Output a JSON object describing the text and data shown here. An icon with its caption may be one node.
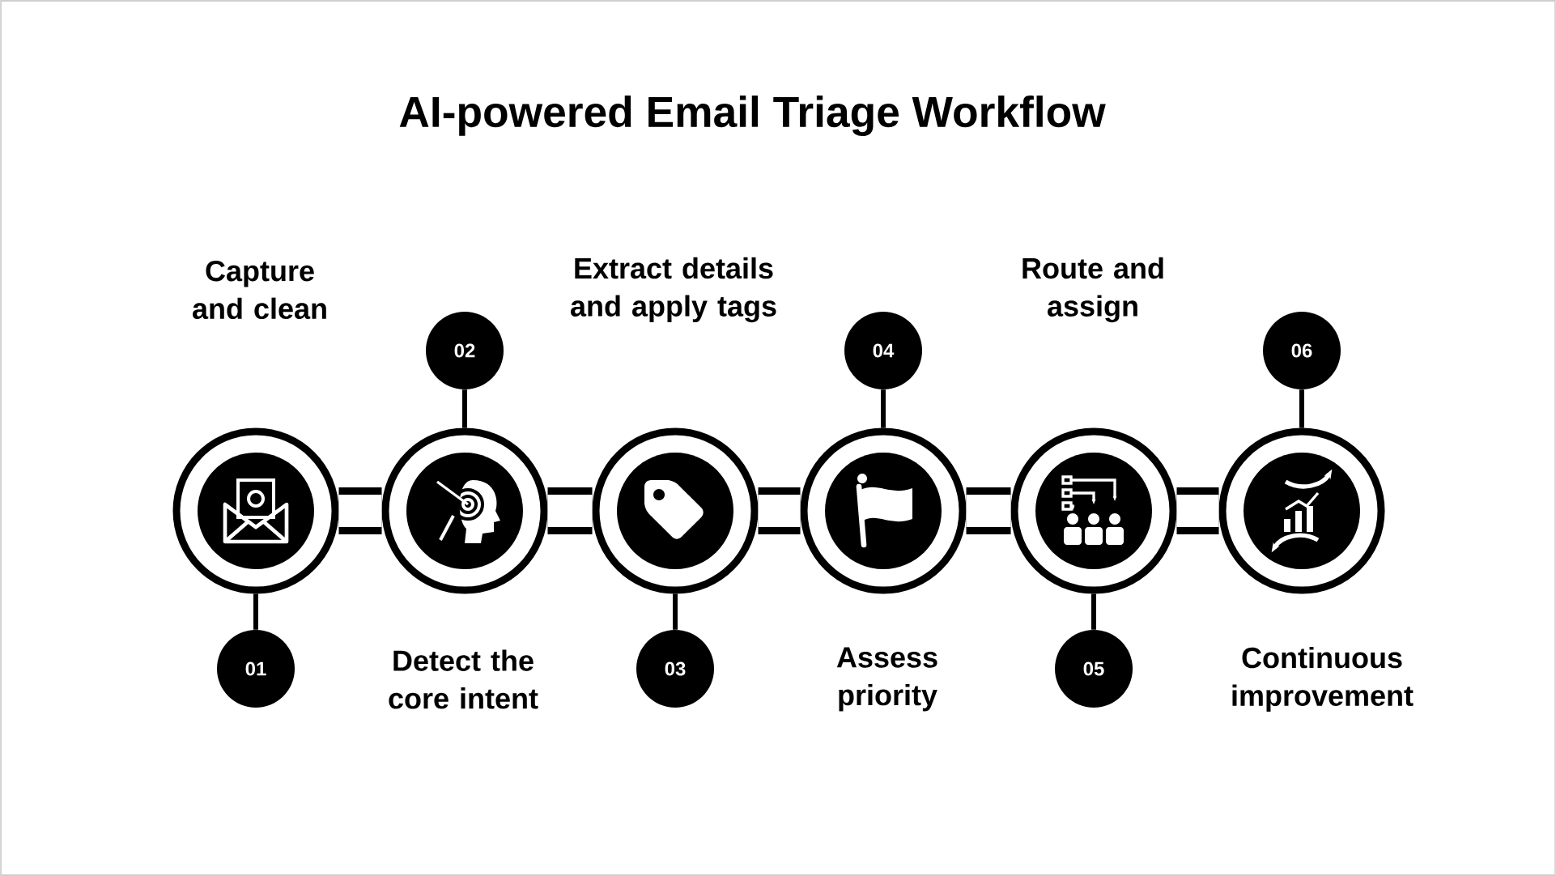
{
  "diagram": {
    "title": "AI-powered Email Triage Workflow",
    "labels": [
      "Capture and clean",
      "Detect the core intent",
      "Extract details and apply tags",
      "Assess priority",
      "Route and assign",
      "Continuous improvement"
    ],
    "nodes": [
      {
        "text": [],
        "shape": "circle"
      },
      {
        "text": [],
        "shape": "circle"
      },
      {
        "text": [],
        "shape": "circle"
      },
      {
        "text": [],
        "shape": "circle"
      },
      {
        "text": [],
        "shape": "circle"
      },
      {
        "text": [],
        "shape": "circle"
      },
      {
        "text": [
          "01"
        ]
      },
      {
        "text": [
          "02"
        ]
      },
      {
        "text": [
          "03"
        ]
      },
      {
        "text": [
          "04"
        ]
      },
      {
        "text": [
          "05"
        ]
      },
      {
        "text": [
          "06"
        ]
      }
    ],
    "edges": [
      {
        "from": 0,
        "to": 1,
        "arrow": "none",
        "style": "thick"
      },
      {
        "from": 1,
        "to": 2,
        "arrow": "none",
        "style": "thick"
      },
      {
        "from": 2,
        "to": 3,
        "arrow": "none",
        "style": "thick"
      },
      {
        "from": 3,
        "to": 4,
        "arrow": "none",
        "style": "thick"
      },
      {
        "from": 4,
        "to": 5,
        "arrow": "none",
        "style": "thick"
      },
      {
        "from": 6,
        "to": 0,
        "arrow": "none"
      },
      {
        "from": 7,
        "to": 1,
        "arrow": "none"
      },
      {
        "from": 8,
        "to": 2,
        "arrow": "none"
      },
      {
        "from": 9,
        "to": 3,
        "arrow": "none"
      },
      {
        "from": 10,
        "to": 4,
        "arrow": "none"
      },
      {
        "from": 11,
        "to": 5,
        "arrow": "none"
      }
    ]
  }
}
